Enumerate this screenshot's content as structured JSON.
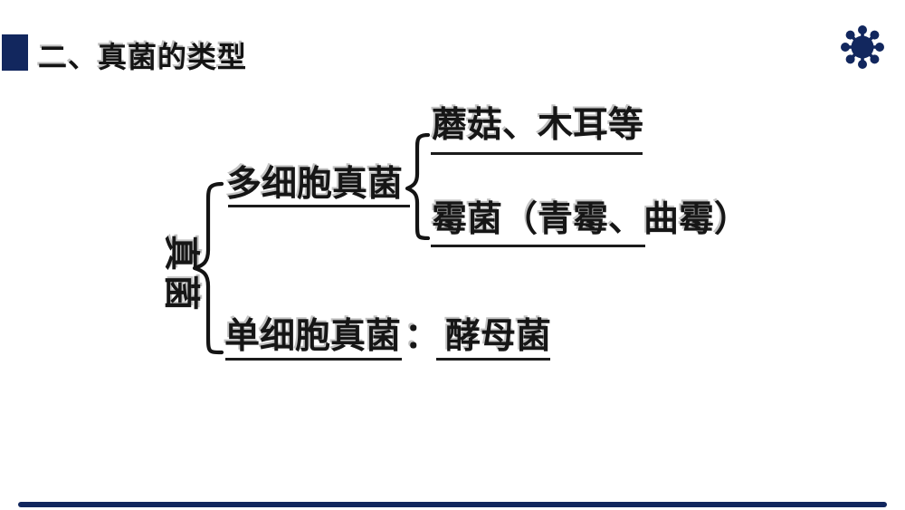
{
  "header": {
    "title": "二、真菌的类型"
  },
  "theme": {
    "accent_navy": "#12275e",
    "text_black": "#141414",
    "background": "#ffffff"
  },
  "icons": {
    "top_right": "virus-icon"
  },
  "diagram": {
    "root_label": "真菌",
    "multicellular": {
      "label": "多细胞真菌",
      "children": {
        "0": "蘑菇、木耳等",
        "1": "霉菌（青霉、曲霉）"
      }
    },
    "unicellular": {
      "label": "单细胞真菌",
      "colon": "：",
      "value": "酵母菌"
    }
  }
}
